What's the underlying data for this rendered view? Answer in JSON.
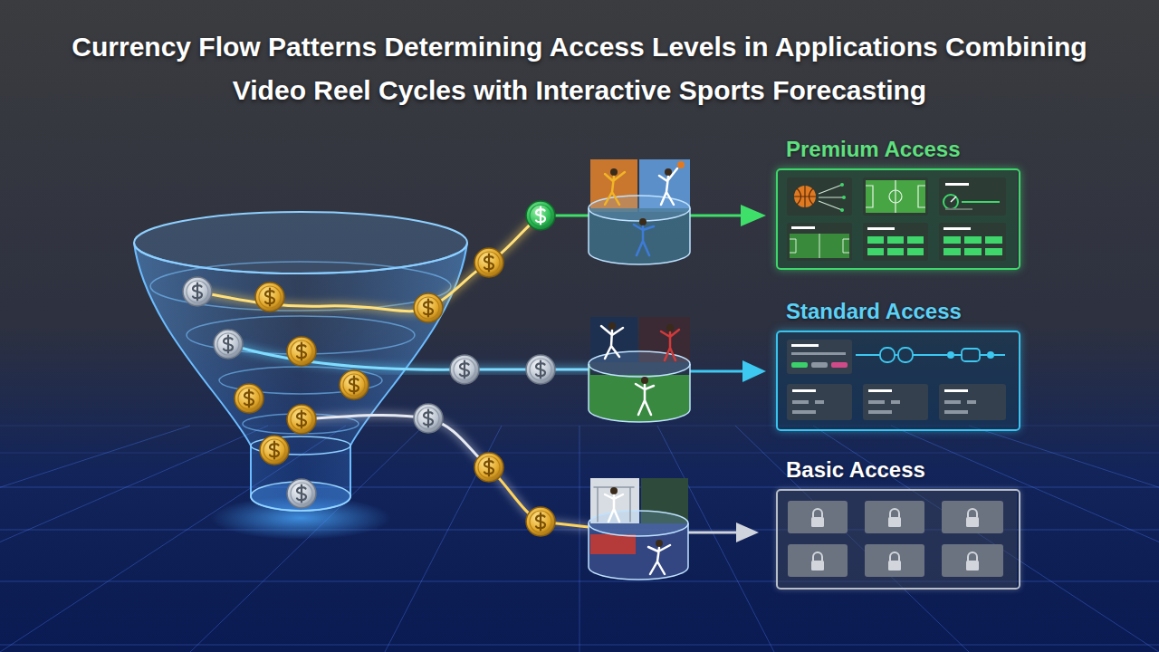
{
  "diagram": {
    "title": "Currency Flow Patterns Determining Access Levels in Applications Combining Video Reel Cycles with Interactive Sports Forecasting",
    "nodes": [
      {
        "text": [
          "Premium Access"
        ]
      },
      {
        "text": [
          "Standard Access"
        ]
      },
      {
        "text": [
          "Basic Access"
        ]
      }
    ]
  }
}
